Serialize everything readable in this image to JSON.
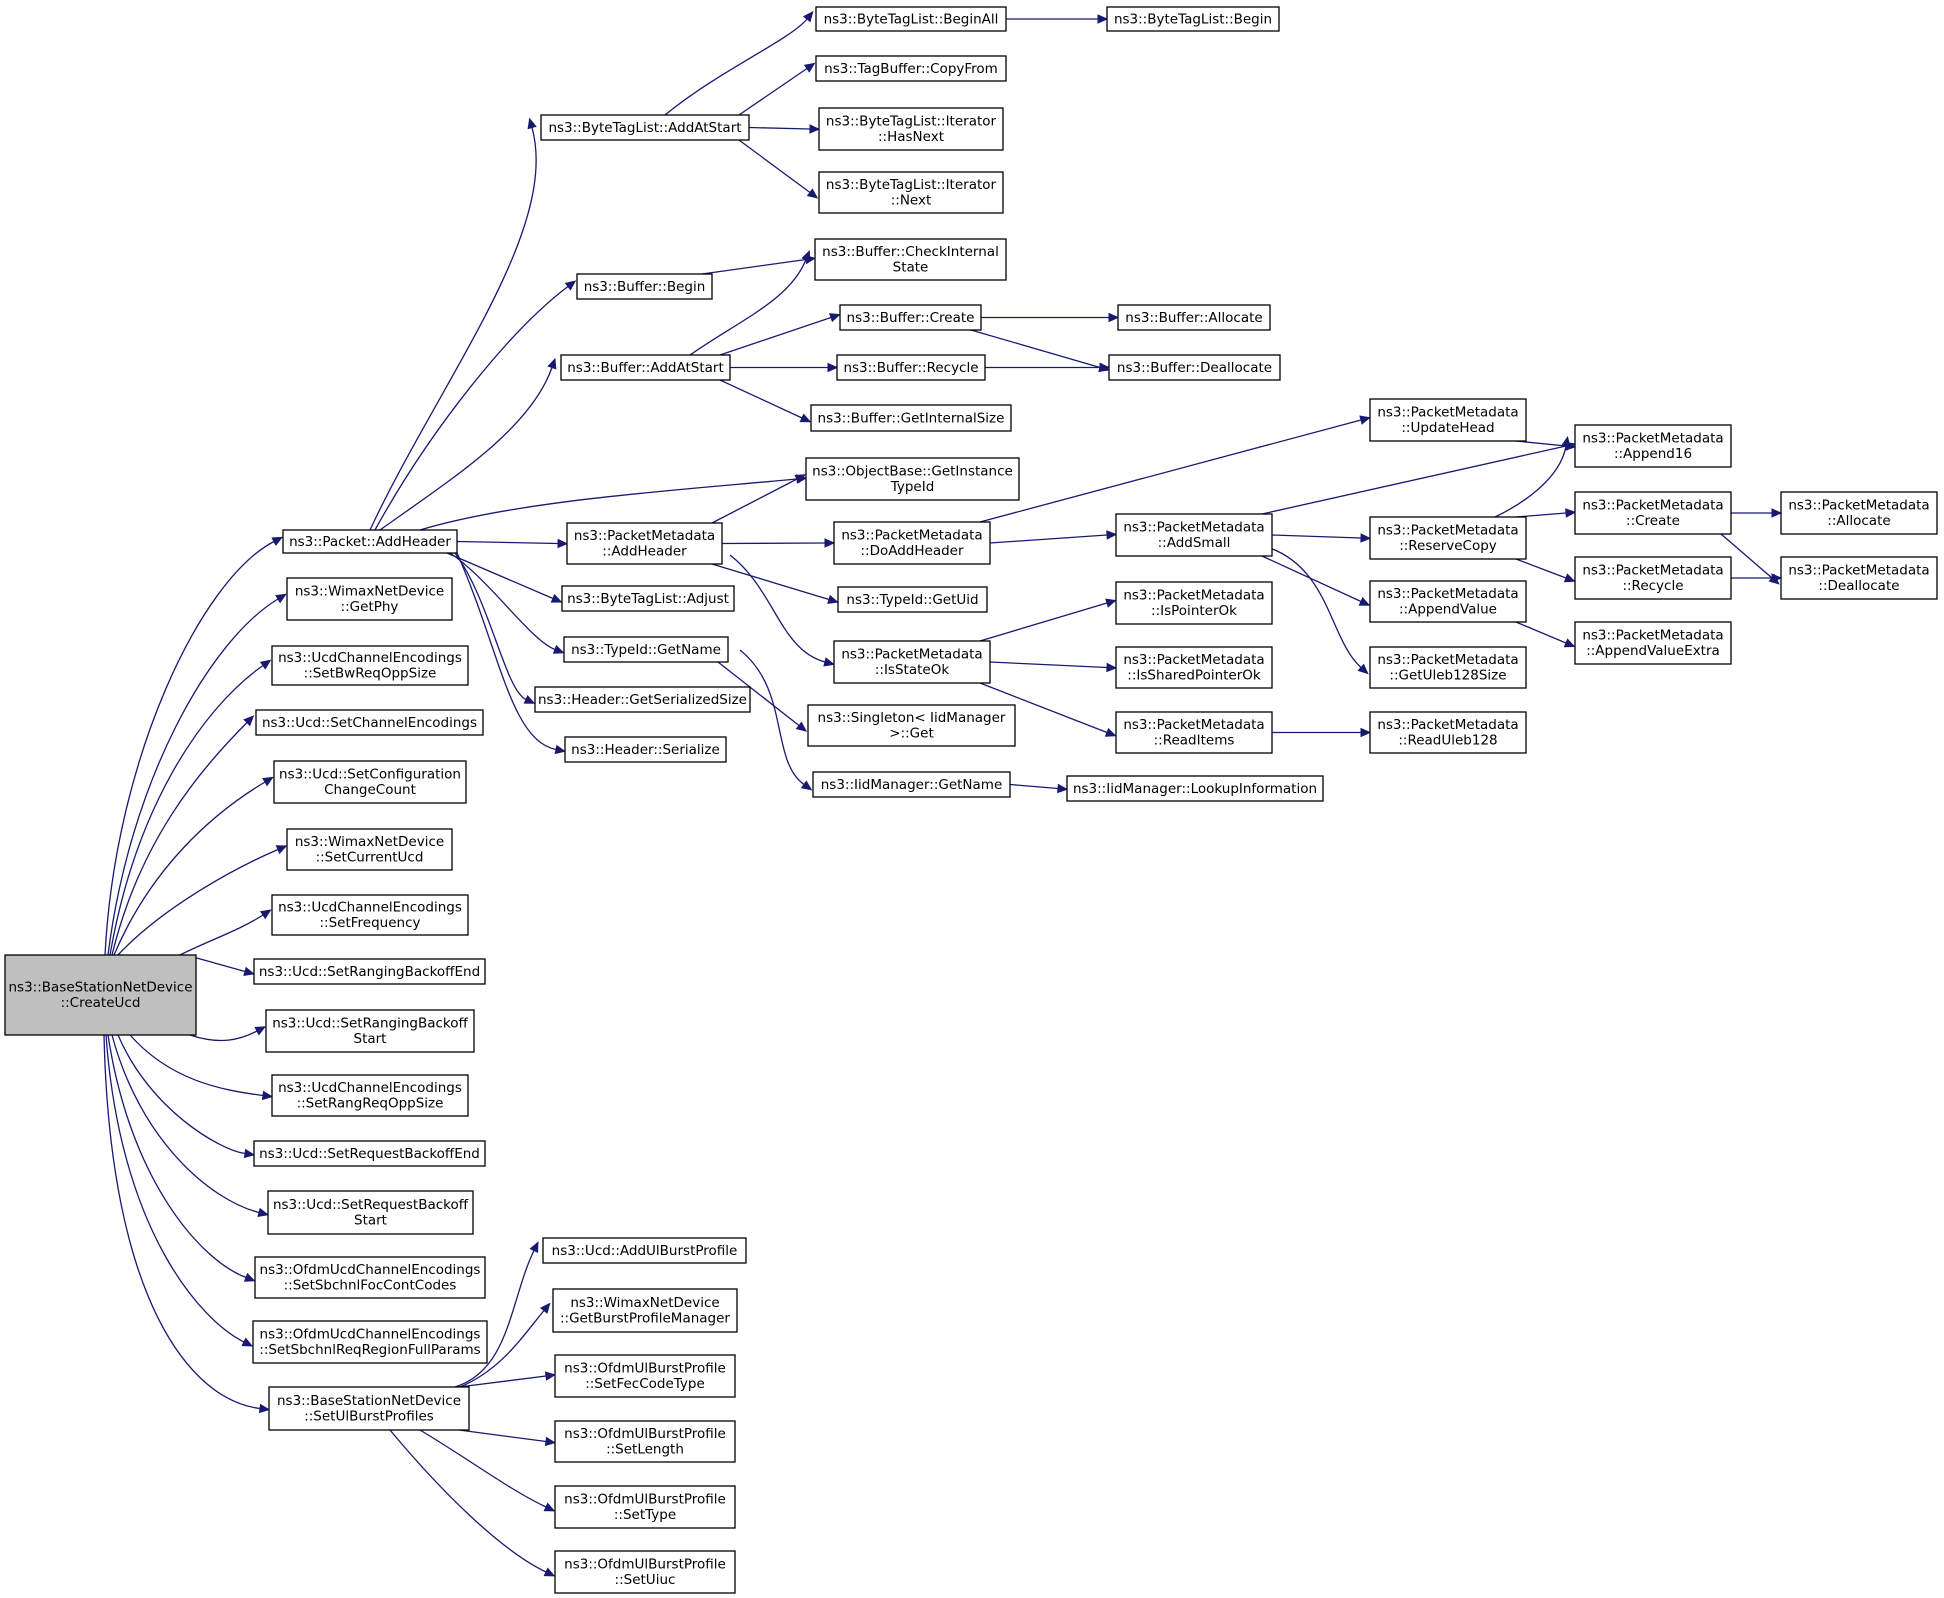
{
  "nodes": [
    {
      "id": "root",
      "lines": [
        "ns3::BaseStationNetDevice",
        "::CreateUcd"
      ],
      "root": true
    },
    {
      "id": "addheader",
      "lines": [
        "ns3::Packet::AddHeader"
      ]
    },
    {
      "id": "getphy",
      "lines": [
        "ns3::WimaxNetDevice",
        "::GetPhy"
      ]
    },
    {
      "id": "setbwreq",
      "lines": [
        "ns3::UcdChannelEncodings",
        "::SetBwReqOppSize"
      ]
    },
    {
      "id": "setchanenc",
      "lines": [
        "ns3::Ucd::SetChannelEncodings"
      ]
    },
    {
      "id": "setconfchg",
      "lines": [
        "ns3::Ucd::SetConfiguration",
        "ChangeCount"
      ]
    },
    {
      "id": "setcurucd",
      "lines": [
        "ns3::WimaxNetDevice",
        "::SetCurrentUcd"
      ]
    },
    {
      "id": "setfreq",
      "lines": [
        "ns3::UcdChannelEncodings",
        "::SetFrequency"
      ]
    },
    {
      "id": "setrangend",
      "lines": [
        "ns3::Ucd::SetRangingBackoffEnd"
      ]
    },
    {
      "id": "setrangstart",
      "lines": [
        "ns3::Ucd::SetRangingBackoff",
        "Start"
      ]
    },
    {
      "id": "setrangreq",
      "lines": [
        "ns3::UcdChannelEncodings",
        "::SetRangReqOppSize"
      ]
    },
    {
      "id": "setreqend",
      "lines": [
        "ns3::Ucd::SetRequestBackoffEnd"
      ]
    },
    {
      "id": "setreqstart",
      "lines": [
        "ns3::Ucd::SetRequestBackoff",
        "Start"
      ]
    },
    {
      "id": "setsbfoc",
      "lines": [
        "ns3::OfdmUcdChannelEncodings",
        "::SetSbchnlFocContCodes"
      ]
    },
    {
      "id": "setsbreq",
      "lines": [
        "ns3::OfdmUcdChannelEncodings",
        "::SetSbchnlReqRegionFullParams"
      ]
    },
    {
      "id": "setulbp",
      "lines": [
        "ns3::BaseStationNetDevice",
        "::SetUlBurstProfiles"
      ]
    },
    {
      "id": "btl_addatstart",
      "lines": [
        "ns3::ByteTagList::AddAtStart"
      ]
    },
    {
      "id": "buf_begin",
      "lines": [
        "ns3::Buffer::Begin"
      ]
    },
    {
      "id": "buf_addatstart",
      "lines": [
        "ns3::Buffer::AddAtStart"
      ]
    },
    {
      "id": "objbase",
      "lines": [
        "ns3::ObjectBase::GetInstance",
        "TypeId"
      ]
    },
    {
      "id": "pm_addheader",
      "lines": [
        "ns3::PacketMetadata",
        "::AddHeader"
      ]
    },
    {
      "id": "btl_adjust",
      "lines": [
        "ns3::ByteTagList::Adjust"
      ]
    },
    {
      "id": "typeid_getname",
      "lines": [
        "ns3::TypeId::GetName"
      ]
    },
    {
      "id": "hdr_getser",
      "lines": [
        "ns3::Header::GetSerializedSize"
      ]
    },
    {
      "id": "hdr_ser",
      "lines": [
        "ns3::Header::Serialize"
      ]
    },
    {
      "id": "btl_beginall",
      "lines": [
        "ns3::ByteTagList::BeginAll"
      ]
    },
    {
      "id": "btl_begin",
      "lines": [
        "ns3::ByteTagList::Begin"
      ]
    },
    {
      "id": "tagbuf_copy",
      "lines": [
        "ns3::TagBuffer::CopyFrom"
      ]
    },
    {
      "id": "btl_hasnext",
      "lines": [
        "ns3::ByteTagList::Iterator",
        "::HasNext"
      ]
    },
    {
      "id": "btl_next",
      "lines": [
        "ns3::ByteTagList::Iterator",
        "::Next"
      ]
    },
    {
      "id": "buf_checkint",
      "lines": [
        "ns3::Buffer::CheckInternal",
        "State"
      ]
    },
    {
      "id": "buf_create",
      "lines": [
        "ns3::Buffer::Create"
      ]
    },
    {
      "id": "buf_alloc",
      "lines": [
        "ns3::Buffer::Allocate"
      ]
    },
    {
      "id": "buf_recycle",
      "lines": [
        "ns3::Buffer::Recycle"
      ]
    },
    {
      "id": "buf_dealloc",
      "lines": [
        "ns3::Buffer::Deallocate"
      ]
    },
    {
      "id": "buf_getintsize",
      "lines": [
        "ns3::Buffer::GetInternalSize"
      ]
    },
    {
      "id": "pm_doaddheader",
      "lines": [
        "ns3::PacketMetadata",
        "::DoAddHeader"
      ]
    },
    {
      "id": "typeid_getuid",
      "lines": [
        "ns3::TypeId::GetUid"
      ]
    },
    {
      "id": "pm_isstateok",
      "lines": [
        "ns3::PacketMetadata",
        "::IsStateOk"
      ]
    },
    {
      "id": "singleton_get",
      "lines": [
        "ns3::Singleton< IidManager",
        " >::Get"
      ]
    },
    {
      "id": "iid_getname",
      "lines": [
        "ns3::IidManager::GetName"
      ]
    },
    {
      "id": "iid_lookup",
      "lines": [
        "ns3::IidManager::LookupInformation"
      ]
    },
    {
      "id": "pm_updatehead",
      "lines": [
        "ns3::PacketMetadata",
        "::UpdateHead"
      ]
    },
    {
      "id": "pm_addsmall",
      "lines": [
        "ns3::PacketMetadata",
        "::AddSmall"
      ]
    },
    {
      "id": "pm_ispointerok",
      "lines": [
        "ns3::PacketMetadata",
        "::IsPointerOk"
      ]
    },
    {
      "id": "pm_issharedptr",
      "lines": [
        "ns3::PacketMetadata",
        "::IsSharedPointerOk"
      ]
    },
    {
      "id": "pm_readitems",
      "lines": [
        "ns3::PacketMetadata",
        "::ReadItems"
      ]
    },
    {
      "id": "pm_append16",
      "lines": [
        "ns3::PacketMetadata",
        "::Append16"
      ]
    },
    {
      "id": "pm_reservecopy",
      "lines": [
        "ns3::PacketMetadata",
        "::ReserveCopy"
      ]
    },
    {
      "id": "pm_appendvalue",
      "lines": [
        "ns3::PacketMetadata",
        "::AppendValue"
      ]
    },
    {
      "id": "pm_getuleb",
      "lines": [
        "ns3::PacketMetadata",
        "::GetUleb128Size"
      ]
    },
    {
      "id": "pm_readuleb",
      "lines": [
        "ns3::PacketMetadata",
        "::ReadUleb128"
      ]
    },
    {
      "id": "pm_create",
      "lines": [
        "ns3::PacketMetadata",
        "::Create"
      ]
    },
    {
      "id": "pm_recycle",
      "lines": [
        "ns3::PacketMetadata",
        "::Recycle"
      ]
    },
    {
      "id": "pm_appendvalextra",
      "lines": [
        "ns3::PacketMetadata",
        "::AppendValueExtra"
      ]
    },
    {
      "id": "pm_allocate",
      "lines": [
        "ns3::PacketMetadata",
        "::Allocate"
      ]
    },
    {
      "id": "pm_deallocate",
      "lines": [
        "ns3::PacketMetadata",
        "::Deallocate"
      ]
    },
    {
      "id": "ucd_addulbp",
      "lines": [
        "ns3::Ucd::AddUlBurstProfile"
      ]
    },
    {
      "id": "wnd_getbpm",
      "lines": [
        "ns3::WimaxNetDevice",
        "::GetBurstProfileManager"
      ]
    },
    {
      "id": "oubp_setfec",
      "lines": [
        "ns3::OfdmUlBurstProfile",
        "::SetFecCodeType"
      ]
    },
    {
      "id": "oubp_setlen",
      "lines": [
        "ns3::OfdmUlBurstProfile",
        "::SetLength"
      ]
    },
    {
      "id": "oubp_settype",
      "lines": [
        "ns3::OfdmUlBurstProfile",
        "::SetType"
      ]
    },
    {
      "id": "oubp_setuiuc",
      "lines": [
        "ns3::OfdmUlBurstProfile",
        "::SetUiuc"
      ]
    }
  ],
  "edges": [
    [
      "root",
      "addheader"
    ],
    [
      "root",
      "getphy"
    ],
    [
      "root",
      "setbwreq"
    ],
    [
      "root",
      "setchanenc"
    ],
    [
      "root",
      "setconfchg"
    ],
    [
      "root",
      "setcurucd"
    ],
    [
      "root",
      "setfreq"
    ],
    [
      "root",
      "setrangend"
    ],
    [
      "root",
      "setrangstart"
    ],
    [
      "root",
      "setrangreq"
    ],
    [
      "root",
      "setreqend"
    ],
    [
      "root",
      "setreqstart"
    ],
    [
      "root",
      "setsbfoc"
    ],
    [
      "root",
      "setsbreq"
    ],
    [
      "root",
      "setulbp"
    ],
    [
      "addheader",
      "btl_addatstart"
    ],
    [
      "addheader",
      "buf_begin"
    ],
    [
      "addheader",
      "buf_addatstart"
    ],
    [
      "addheader",
      "objbase"
    ],
    [
      "addheader",
      "pm_addheader"
    ],
    [
      "addheader",
      "btl_adjust"
    ],
    [
      "addheader",
      "typeid_getname"
    ],
    [
      "addheader",
      "hdr_getser"
    ],
    [
      "addheader",
      "hdr_ser"
    ],
    [
      "btl_addatstart",
      "btl_beginall"
    ],
    [
      "btl_addatstart",
      "tagbuf_copy"
    ],
    [
      "btl_addatstart",
      "btl_hasnext"
    ],
    [
      "btl_addatstart",
      "btl_next"
    ],
    [
      "btl_beginall",
      "btl_begin"
    ],
    [
      "buf_begin",
      "buf_checkint"
    ],
    [
      "buf_addatstart",
      "buf_checkint"
    ],
    [
      "buf_addatstart",
      "buf_create"
    ],
    [
      "buf_addatstart",
      "buf_recycle"
    ],
    [
      "buf_addatstart",
      "buf_getintsize"
    ],
    [
      "buf_create",
      "buf_alloc"
    ],
    [
      "buf_create",
      "buf_dealloc"
    ],
    [
      "buf_recycle",
      "buf_dealloc"
    ],
    [
      "pm_addheader",
      "objbase"
    ],
    [
      "pm_addheader",
      "pm_doaddheader"
    ],
    [
      "pm_addheader",
      "typeid_getuid"
    ],
    [
      "pm_addheader",
      "pm_isstateok"
    ],
    [
      "typeid_getname",
      "singleton_get"
    ],
    [
      "typeid_getname",
      "iid_getname"
    ],
    [
      "iid_getname",
      "iid_lookup"
    ],
    [
      "pm_doaddheader",
      "pm_updatehead"
    ],
    [
      "pm_doaddheader",
      "pm_addsmall"
    ],
    [
      "pm_isstateok",
      "pm_ispointerok"
    ],
    [
      "pm_isstateok",
      "pm_issharedptr"
    ],
    [
      "pm_isstateok",
      "pm_readitems"
    ],
    [
      "pm_updatehead",
      "pm_append16"
    ],
    [
      "pm_addsmall",
      "pm_append16"
    ],
    [
      "pm_addsmall",
      "pm_reservecopy"
    ],
    [
      "pm_addsmall",
      "pm_appendvalue"
    ],
    [
      "pm_addsmall",
      "pm_getuleb"
    ],
    [
      "pm_readitems",
      "pm_readuleb"
    ],
    [
      "pm_reservecopy",
      "pm_append16"
    ],
    [
      "pm_reservecopy",
      "pm_create"
    ],
    [
      "pm_reservecopy",
      "pm_recycle"
    ],
    [
      "pm_appendvalue",
      "pm_appendvalextra"
    ],
    [
      "pm_create",
      "pm_allocate"
    ],
    [
      "pm_create",
      "pm_deallocate"
    ],
    [
      "pm_recycle",
      "pm_deallocate"
    ],
    [
      "setulbp",
      "ucd_addulbp"
    ],
    [
      "setulbp",
      "wnd_getbpm"
    ],
    [
      "setulbp",
      "oubp_setfec"
    ],
    [
      "setulbp",
      "oubp_setlen"
    ],
    [
      "setulbp",
      "oubp_settype"
    ],
    [
      "setulbp",
      "oubp_setuiuc"
    ]
  ]
}
